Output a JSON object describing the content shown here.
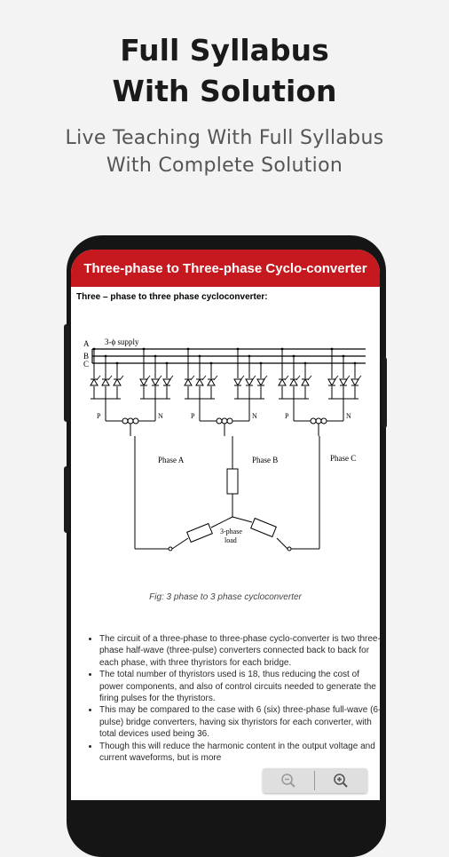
{
  "hero": {
    "title_line1": "Full Syllabus",
    "title_line2": "With Solution",
    "subtitle_line1": "Live Teaching With Full Syllabus",
    "subtitle_line2": "With Complete Solution"
  },
  "app": {
    "appbar_title": "Three-phase to Three-phase Cyclo-converter",
    "content_heading": "Three – phase to three phase cycloconverter:",
    "accent_color": "#c6191f",
    "diagram": {
      "supply_label": "3-ϕ supply",
      "line_A": "A",
      "line_B": "B",
      "line_C": "C",
      "p_label": "P",
      "n_label": "N",
      "phase_a": "Phase A",
      "phase_b": "Phase B",
      "phase_c": "Phase C",
      "load_line1": "3-phase",
      "load_line2": "load"
    },
    "caption": "Fig: 3 phase to 3 phase cycloconverter",
    "bullets": [
      "The circuit of a three-phase to three-phase cyclo-converter is two three-phase half-wave (three-pulse) converters connected back to back for each phase, with three thyristors for each bridge.",
      "The total number of thyristors used is 18, thus reducing the cost of power components, and also of control circuits needed to generate the firing pulses for the thyristors.",
      "This may be compared to the case with 6 (six) three-phase full-wave (6-pulse) bridge converters, having six thyristors for each converter, with total devices used being 36.",
      "Though this will reduce the harmonic content in the output voltage and current waveforms, but is more"
    ],
    "zoom_controls": {
      "zoom_out_icon": "zoom-out-icon",
      "zoom_in_icon": "zoom-in-icon"
    }
  }
}
